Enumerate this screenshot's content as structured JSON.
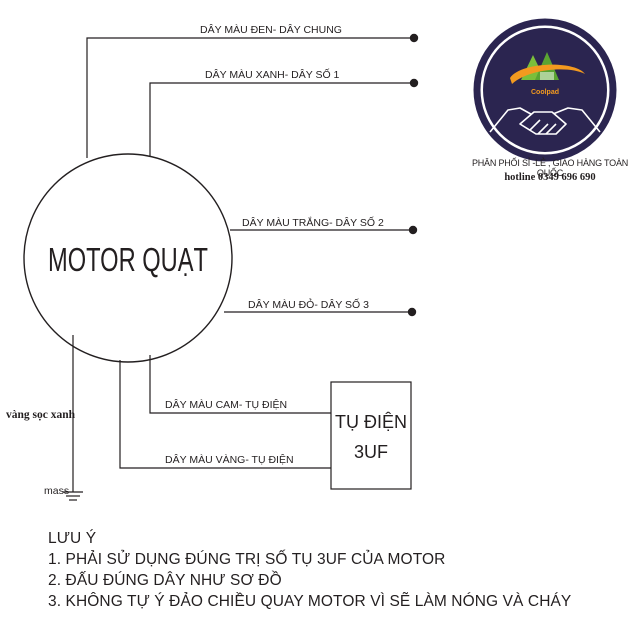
{
  "motor_label": "MOTOR QUẠT",
  "wires": {
    "black": "DÂY MÀU ĐEN- DÂY CHUNG",
    "blue": "DÂY MÀU XANH- DÂY SỐ 1",
    "white": "DÂY MÀU TRẮNG- DÂY SỐ 2",
    "red": "DÂY MÀU ĐỎ- DÂY SỐ 3",
    "orange": "DÂY MÀU CAM- TỤ ĐIỆN",
    "yellow": "DÂY MÀU VÀNG- TỤ ĐIỆN"
  },
  "capacitor": {
    "line1": "TỤ ĐIỆN",
    "line2": "3UF"
  },
  "ground": {
    "wire_label": "vàng sọc xanh",
    "label": "mass"
  },
  "logo": {
    "brand": "Coolpad",
    "caption": "PHÂN PHỐI SỈ -LẺ , GIAO HÀNG TOÀN QUỐC",
    "hotline": "hotline 0349 696 690"
  },
  "notes": {
    "title": "LƯU Ý",
    "items": [
      "1. PHẢI SỬ DỤNG ĐÚNG TRỊ SỐ TỤ 3UF CỦA MOTOR",
      "2. ĐẤU ĐÚNG DÂY NHƯ SƠ ĐỒ",
      "3. KHÔNG TỰ Ý ĐẢO CHIỀU QUAY MOTOR VÌ SẼ LÀM NÓNG VÀ CHÁY"
    ]
  }
}
